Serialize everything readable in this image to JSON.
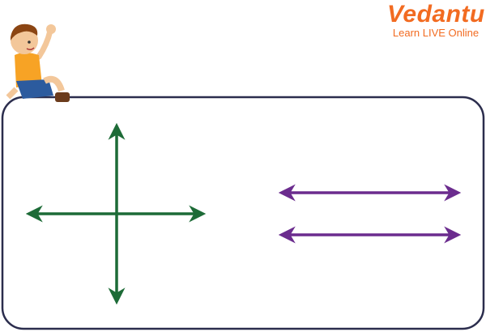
{
  "logo": {
    "brand": "Vedantu",
    "tagline": "Learn LIVE Online"
  },
  "colors": {
    "perpendicular": "#1d6b37",
    "parallel": "#6b2c8e",
    "frame": "#2b2d4d",
    "brand": "#f26b21"
  },
  "diagram": {
    "left_figure": "perpendicular-lines",
    "right_figure": "parallel-lines"
  }
}
